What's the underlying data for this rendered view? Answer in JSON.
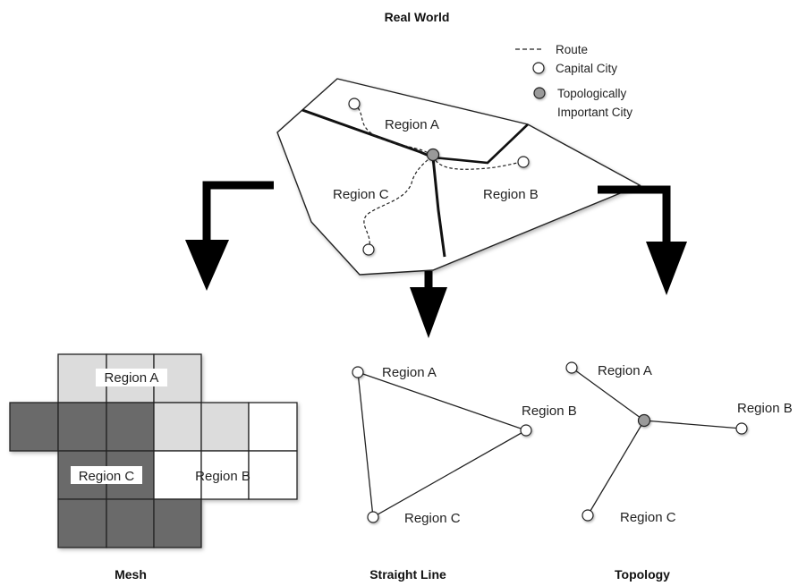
{
  "titles": {
    "real_world": "Real World",
    "mesh": "Mesh",
    "straight_line": "Straight Line",
    "topology": "Topology"
  },
  "legend": {
    "route": "Route",
    "capital_city": "Capital City",
    "important_city_line1": "Topologically",
    "important_city_line2": "Important City"
  },
  "regions": {
    "a": "Region A",
    "b": "Region B",
    "c": "Region C"
  },
  "colors": {
    "mesh_dark": "#6b6b6b",
    "mesh_light": "#dcdcdc",
    "mesh_white": "#ffffff",
    "capital_fill": "#ffffff",
    "important_fill": "#9a9a9a",
    "arrow": "#000000"
  }
}
